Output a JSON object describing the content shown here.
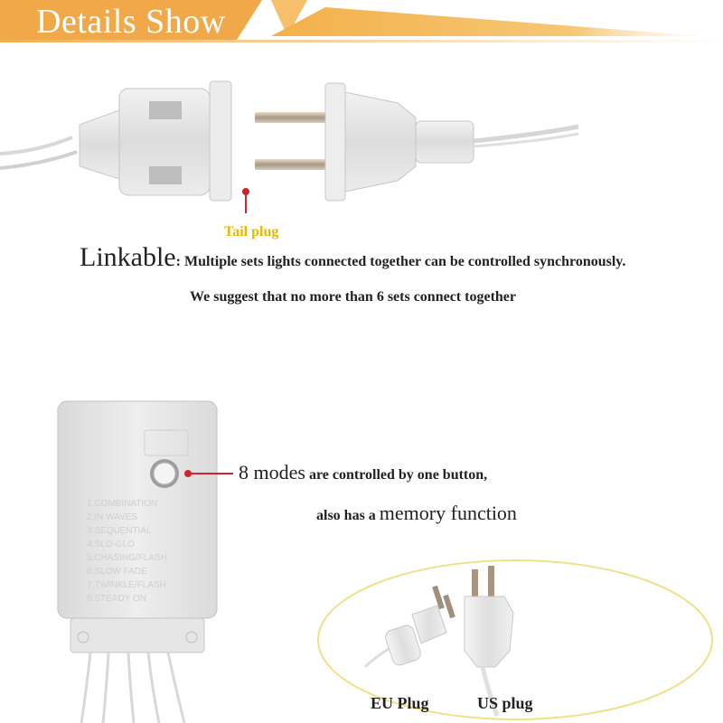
{
  "banner": {
    "title": "Details Show"
  },
  "tail_plug": {
    "label": "Tail plug"
  },
  "linkable": {
    "word": "Linkable",
    "description": ": Multiple sets lights connected together can be controlled synchronously."
  },
  "suggest": {
    "text": "We suggest that no more than 6 sets connect together"
  },
  "controller": {
    "modes": [
      "1.COMBINATION",
      "2.IN WAVES",
      "3.SEQUENTIAL",
      "4.SLO-GLO",
      "5.CHASING/FLASH",
      "6.SLOW FADE",
      "7.TWINKLE/FLASH",
      "8.STEADY ON"
    ]
  },
  "modes_callout": {
    "big": "8 modes",
    "small": " are controlled by one button,"
  },
  "memory_callout": {
    "small": "also has a ",
    "big": "memory function"
  },
  "plugs": {
    "eu_label": "EU Plug",
    "us_label": "US plug"
  },
  "colors": {
    "banner_orange": "#f0b050",
    "tail_label": "#e6b800",
    "callout_red": "#d0242b",
    "ellipse_yellow": "#f0e08a"
  }
}
